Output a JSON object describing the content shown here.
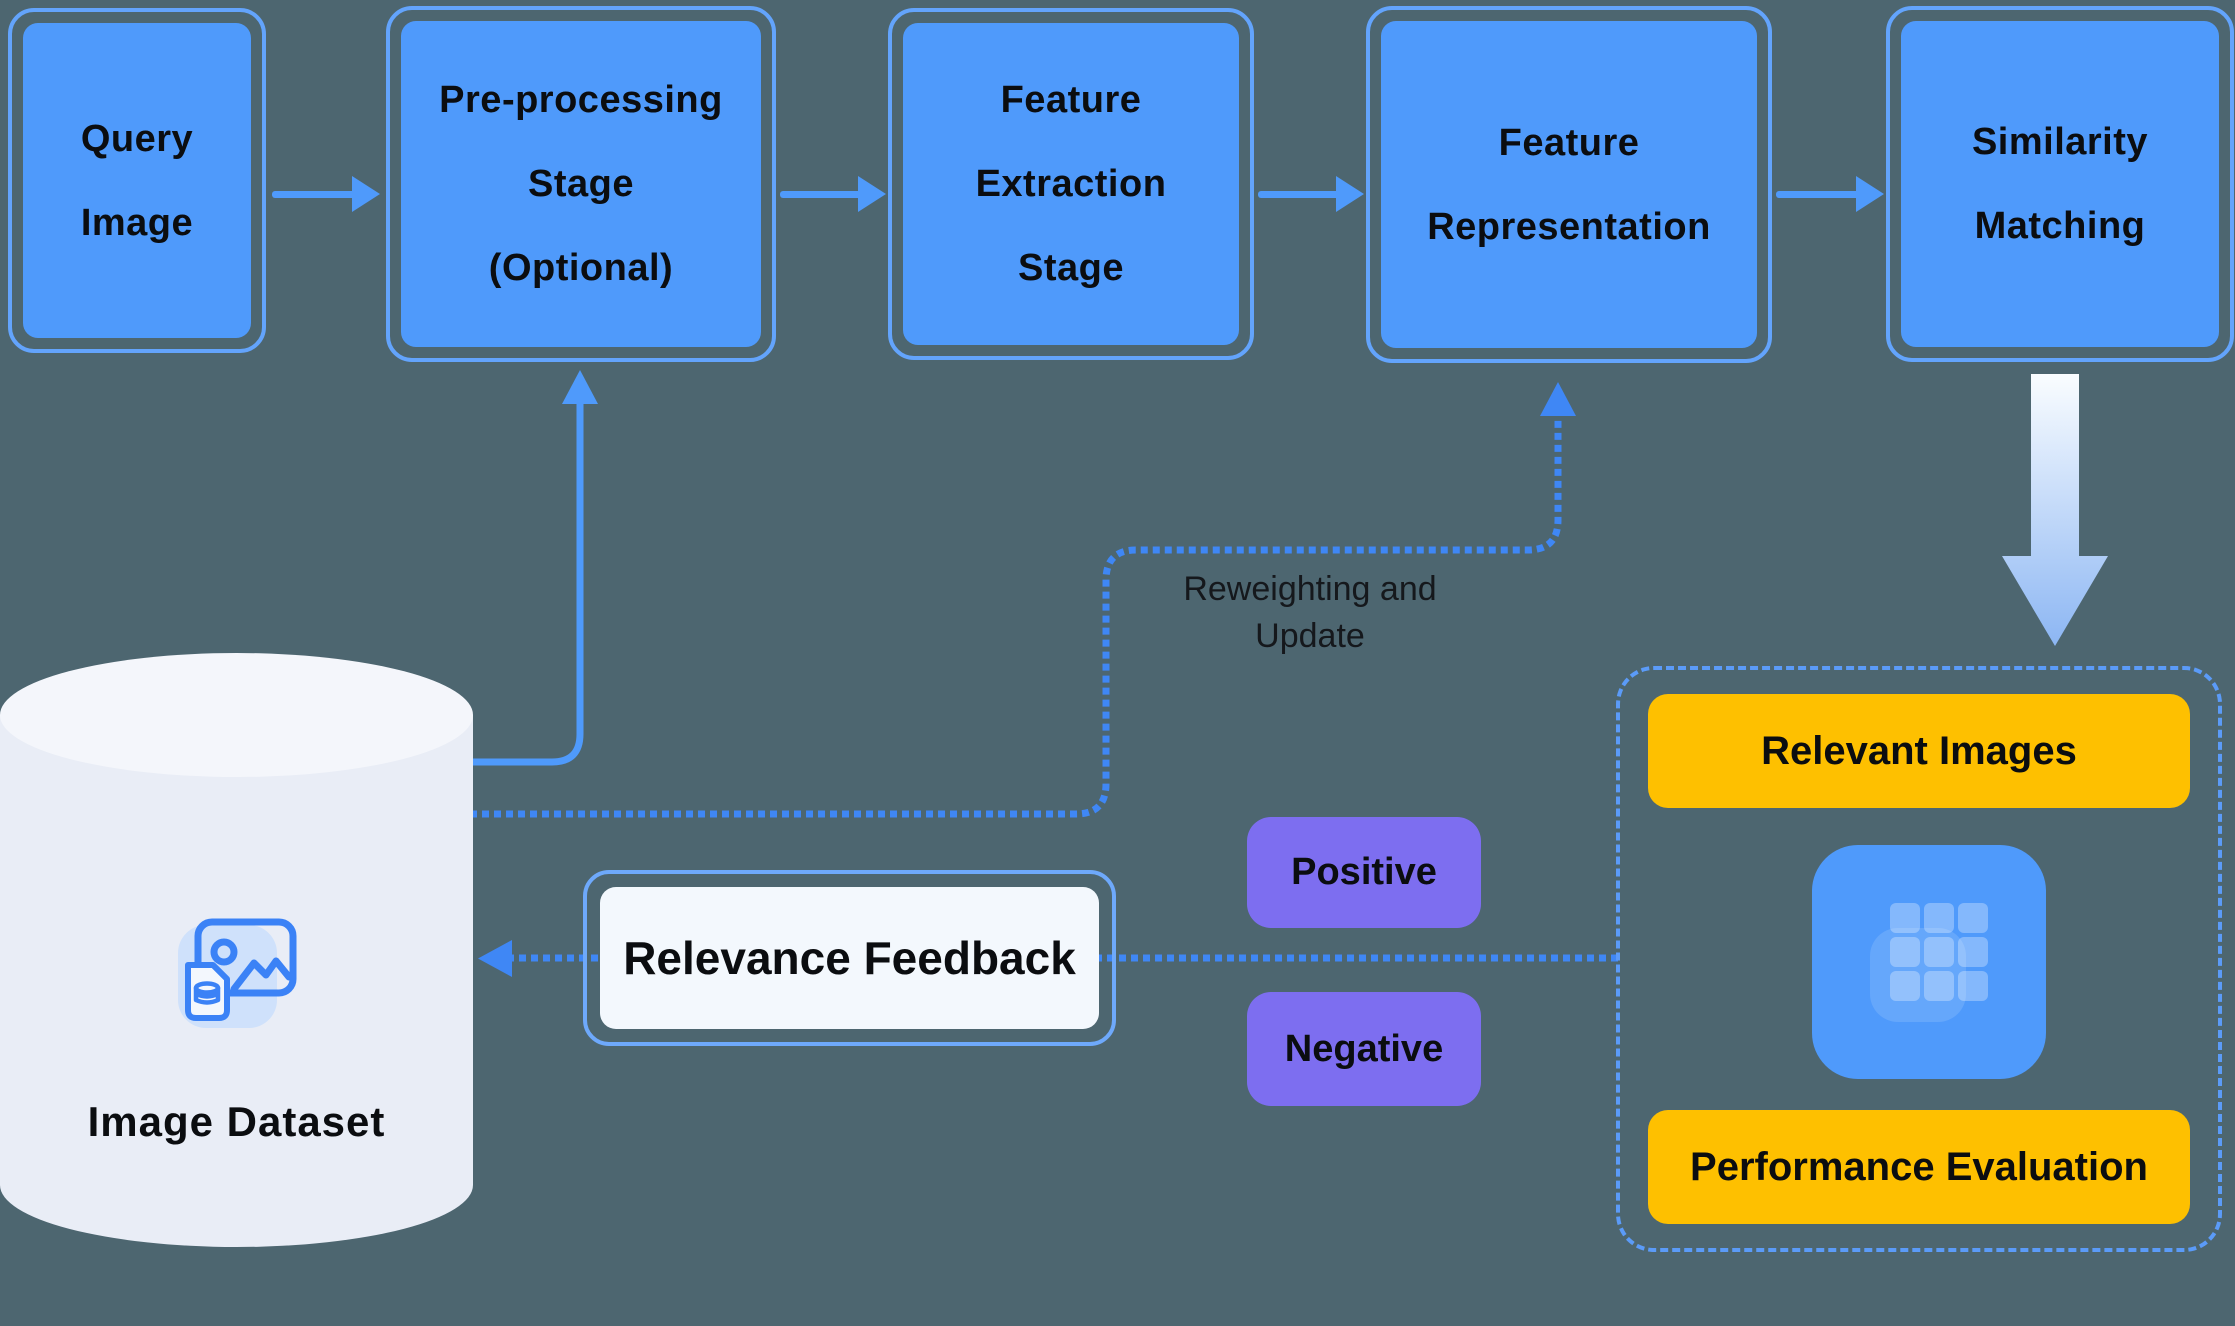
{
  "colors": {
    "background": "#4d6670",
    "stage_fill": "#4f9afb",
    "stage_border": "#63a4fc",
    "text_dark": "#0b0d10",
    "connector": "#4f9afb",
    "dotted": "#3f87f5",
    "dashed_border": "#5b9bf8",
    "yellow": "#fec000",
    "purple": "#7d6ef0",
    "cylinder_body": "#e9edf6",
    "cylinder_top": "#f4f6fb",
    "panel_white": "#f3f8fd",
    "rf_border": "#6ea9fb",
    "icon_bg": "#cfe1fb",
    "icon_stroke": "#3b82f6",
    "icon_doc_fill": "#f3f7fd",
    "grid_cell": "rgba(255,255,255,0.30)",
    "arrow_grad_start": "#fafdff",
    "arrow_grad_end": "#8cb6f3"
  },
  "pipeline": {
    "stages": [
      {
        "name": "query-image",
        "lines": [
          "Query",
          "Image"
        ]
      },
      {
        "name": "pre-processing",
        "lines": [
          "Pre-processing",
          "Stage",
          "(Optional)"
        ]
      },
      {
        "name": "feature-extraction",
        "lines": [
          "Feature",
          "Extraction",
          "Stage"
        ]
      },
      {
        "name": "feature-representation",
        "lines": [
          "Feature",
          "Representation"
        ]
      },
      {
        "name": "similarity-matching",
        "lines": [
          "Similarity",
          "Matching"
        ]
      }
    ]
  },
  "dataset": {
    "label": "Image Dataset",
    "icon": "image-database-icon"
  },
  "feedback": {
    "relevance_label": "Relevance Feedback",
    "positive_label": "Positive",
    "negative_label": "Negative",
    "reweighting_lines": [
      "Reweighting and",
      "Update"
    ]
  },
  "results": {
    "relevant_label": "Relevant Images",
    "performance_label": "Performance Evaluation",
    "icon": "image-grid-icon"
  }
}
